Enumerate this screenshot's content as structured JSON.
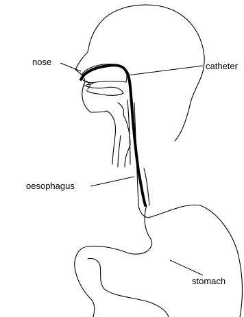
{
  "labels": {
    "nose": "nose",
    "catheter": "catheter",
    "oesophagus": "oesophagus",
    "stomach": "stomach"
  }
}
